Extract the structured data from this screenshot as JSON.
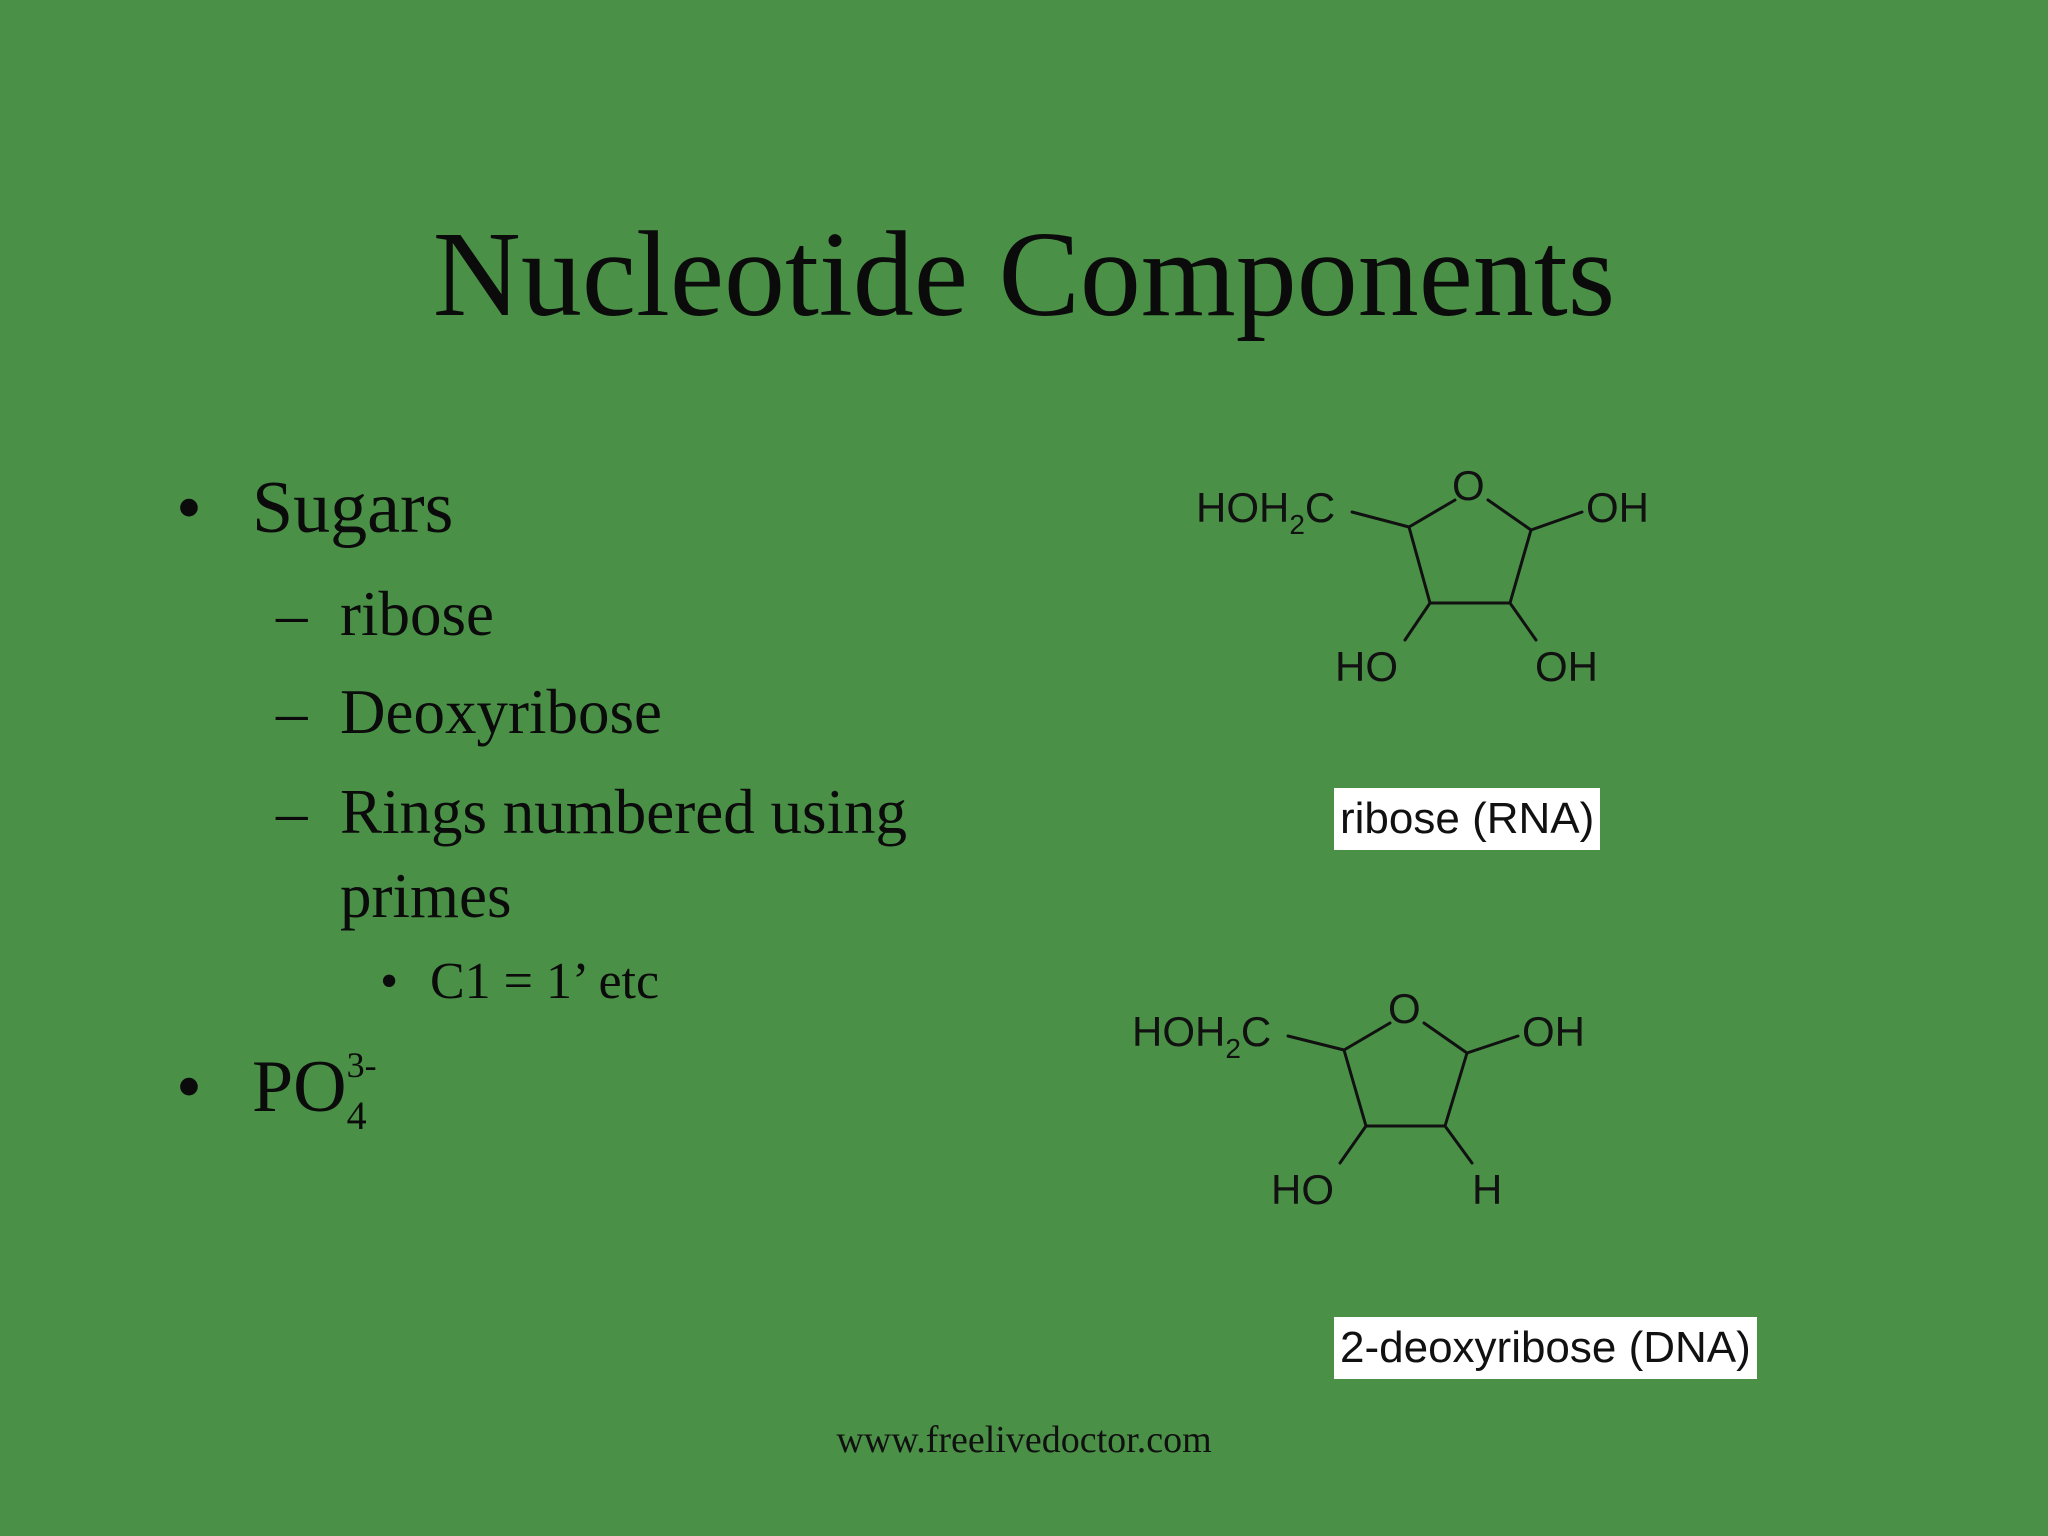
{
  "slide": {
    "title": "Nucleotide Components",
    "background_color": "#4a9147",
    "bullet_marker": "•",
    "dash_marker": "–",
    "bullets": {
      "sugars": "Sugars",
      "ribose": "ribose",
      "deoxyribose": "Deoxyribose",
      "rings_line1": "Rings numbered using",
      "rings_line2": "primes",
      "c1": "C1 = 1’ etc",
      "phosphate_base": "PO",
      "phosphate_sub": "4",
      "phosphate_sup": "3-"
    },
    "ribose_structure": {
      "hoh2c_prefix": "HOH",
      "hoh2c_sub": "2",
      "hoh2c_suffix": "C",
      "ring_o": "O",
      "oh_right": "OH",
      "ho_bottom_left": "HO",
      "oh_bottom_right": "OH",
      "caption": "ribose (RNA)"
    },
    "deoxyribose_structure": {
      "hoh2c_prefix": "HOH",
      "hoh2c_sub": "2",
      "hoh2c_suffix": "C",
      "ring_o": "O",
      "oh_right": "OH",
      "ho_bottom_left": "HO",
      "h_bottom_right": "H",
      "caption": "2-deoxyribose (DNA)"
    },
    "footer": "www.freelivedoctor.com"
  }
}
